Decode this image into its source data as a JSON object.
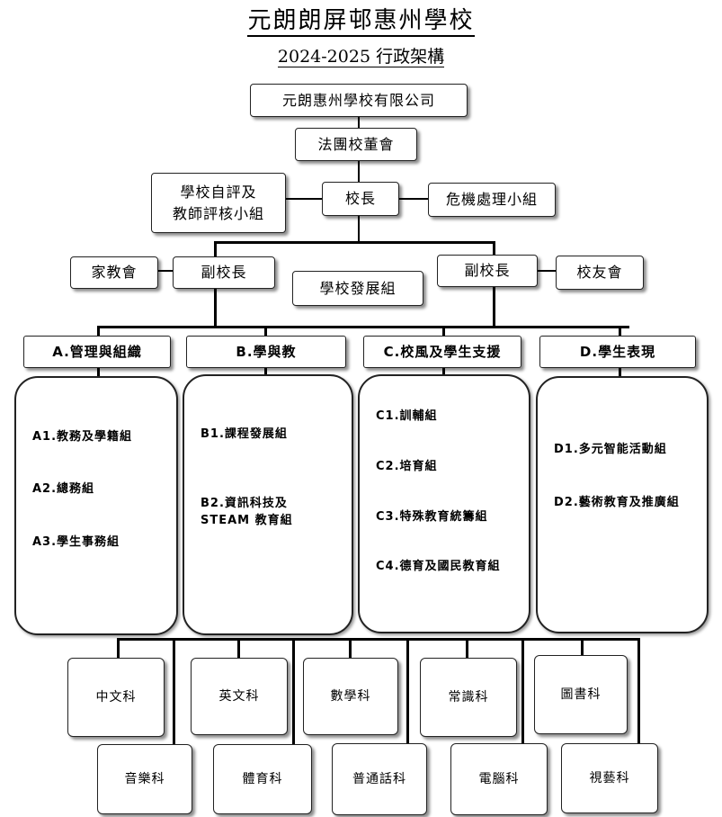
{
  "title": "元朗朗屏邨惠州學校",
  "subtitle": "2024-2025 行政架構",
  "company": "元朗惠州學校有限公司",
  "board": "法團校董會",
  "principal": "校長",
  "self_eval": [
    "學校自評及",
    "教師評核小組"
  ],
  "crisis": "危機處理小組",
  "pta": "家教會",
  "vp_left": "副校長",
  "vp_right": "副校長",
  "dev_group": "學校發展組",
  "alumni": "校友會",
  "domains": [
    {
      "head": "A.管理與組織",
      "items": [
        "A1.教務及學籍組",
        "A2.總務組",
        "A3.學生事務組"
      ]
    },
    {
      "head": "B.學與教",
      "items": [
        "B1.課程發展組",
        "B2.資訊科技及",
        "STEAM 教育組"
      ]
    },
    {
      "head": "C.校風及學生支援",
      "items": [
        "C1.訓輔組",
        "C2.培育組",
        "C3.特殊教育統籌組",
        "C4.德育及國民教育組"
      ]
    },
    {
      "head": "D.學生表現",
      "items": [
        "D1.多元智能活動組",
        "D2.藝術教育及推廣組"
      ]
    }
  ],
  "subjects_top": [
    "中文科",
    "英文科",
    "數學科",
    "常識科",
    "圖書科"
  ],
  "subjects_bottom": [
    "音樂科",
    "體育科",
    "普通話科",
    "電腦科",
    "視藝科"
  ]
}
